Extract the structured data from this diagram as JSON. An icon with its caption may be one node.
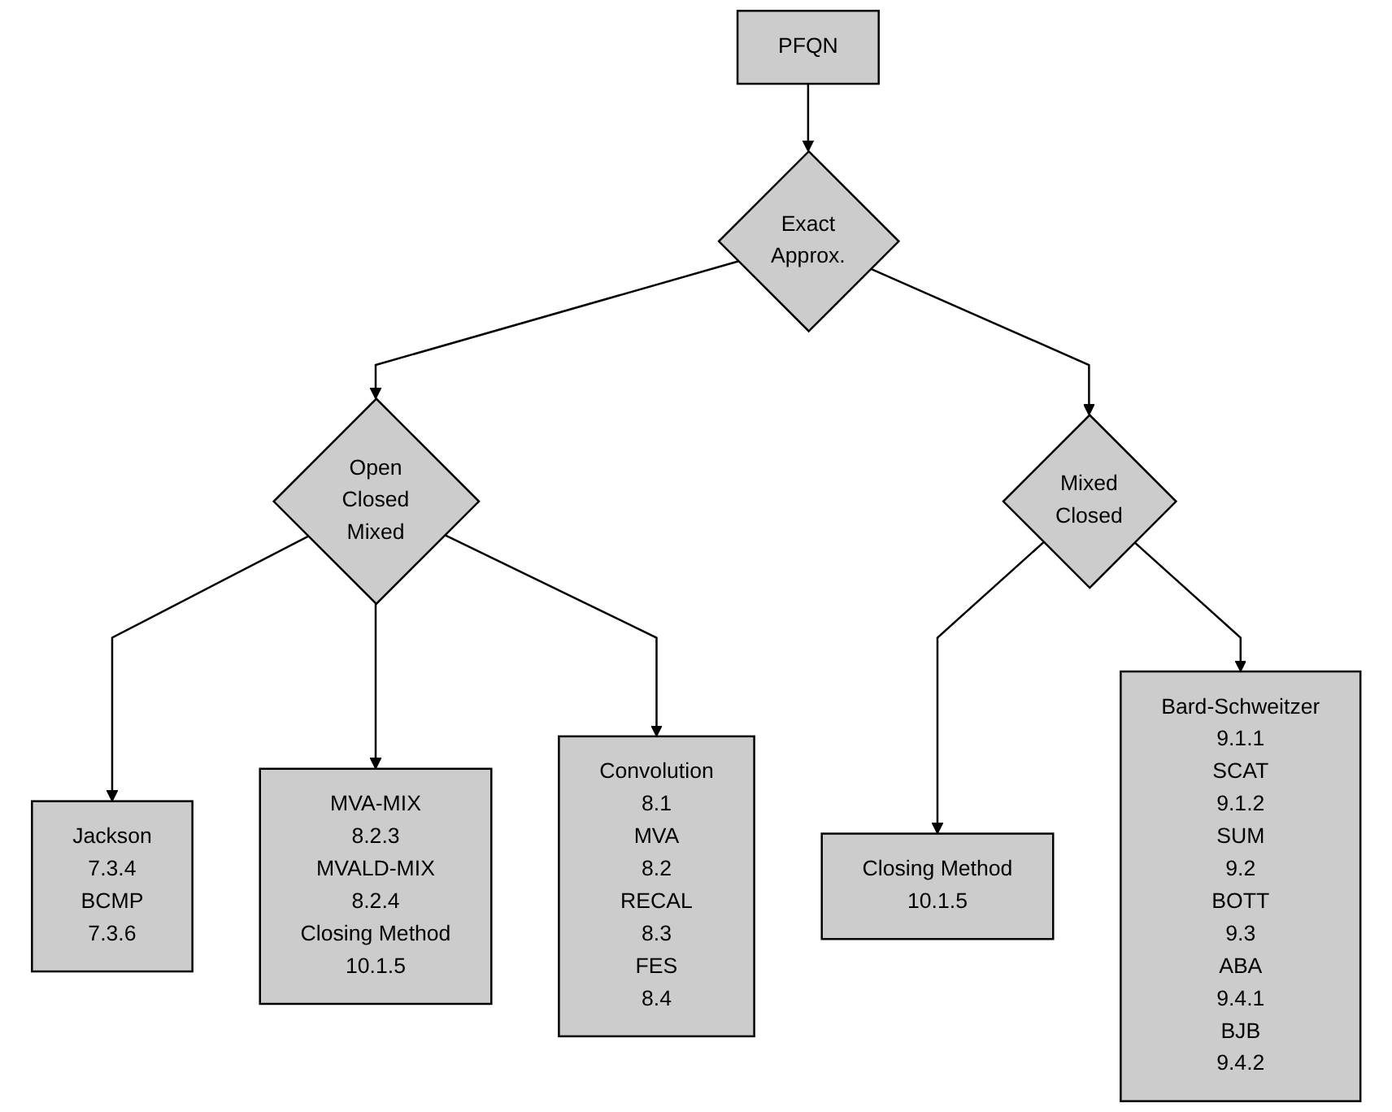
{
  "diagram": {
    "nodes": [
      {
        "text": [
          "PFQN"
        ]
      },
      {
        "text": [
          "Exact",
          "Approx."
        ]
      },
      {
        "text": [
          "Open",
          "Closed",
          "Mixed"
        ]
      },
      {
        "text": [
          "Mixed",
          "Closed"
        ]
      },
      {
        "text": [
          "Jackson",
          "7.3.4",
          "BCMP",
          "7.3.6"
        ]
      },
      {
        "text": [
          "MVA-MIX",
          "8.2.3",
          "MVALD-MIX",
          "8.2.4",
          "Closing Method",
          "10.1.5"
        ]
      },
      {
        "text": [
          "Convolution",
          "8.1",
          "MVA",
          "8.2",
          "RECAL",
          "8.3",
          "FES",
          "8.4"
        ]
      },
      {
        "text": [
          "Closing Method",
          "10.1.5"
        ]
      },
      {
        "text": [
          "Bard-Schweitzer",
          "9.1.1",
          "SCAT",
          "9.1.2",
          "SUM",
          "9.2",
          "BOTT",
          "9.3",
          "ABA",
          "9.4.1",
          "BJB",
          "9.4.2"
        ]
      }
    ],
    "edges": [
      {
        "from": 0,
        "to": 1,
        "arrow": "to"
      },
      {
        "from": 1,
        "to": 2,
        "arrow": "to"
      },
      {
        "from": 1,
        "to": 3,
        "arrow": "to"
      },
      {
        "from": 2,
        "to": 4,
        "arrow": "to"
      },
      {
        "from": 2,
        "to": 5,
        "arrow": "to"
      },
      {
        "from": 2,
        "to": 6,
        "arrow": "to"
      },
      {
        "from": 3,
        "to": 7,
        "arrow": "to"
      },
      {
        "from": 3,
        "to": 8,
        "arrow": "to"
      }
    ]
  }
}
